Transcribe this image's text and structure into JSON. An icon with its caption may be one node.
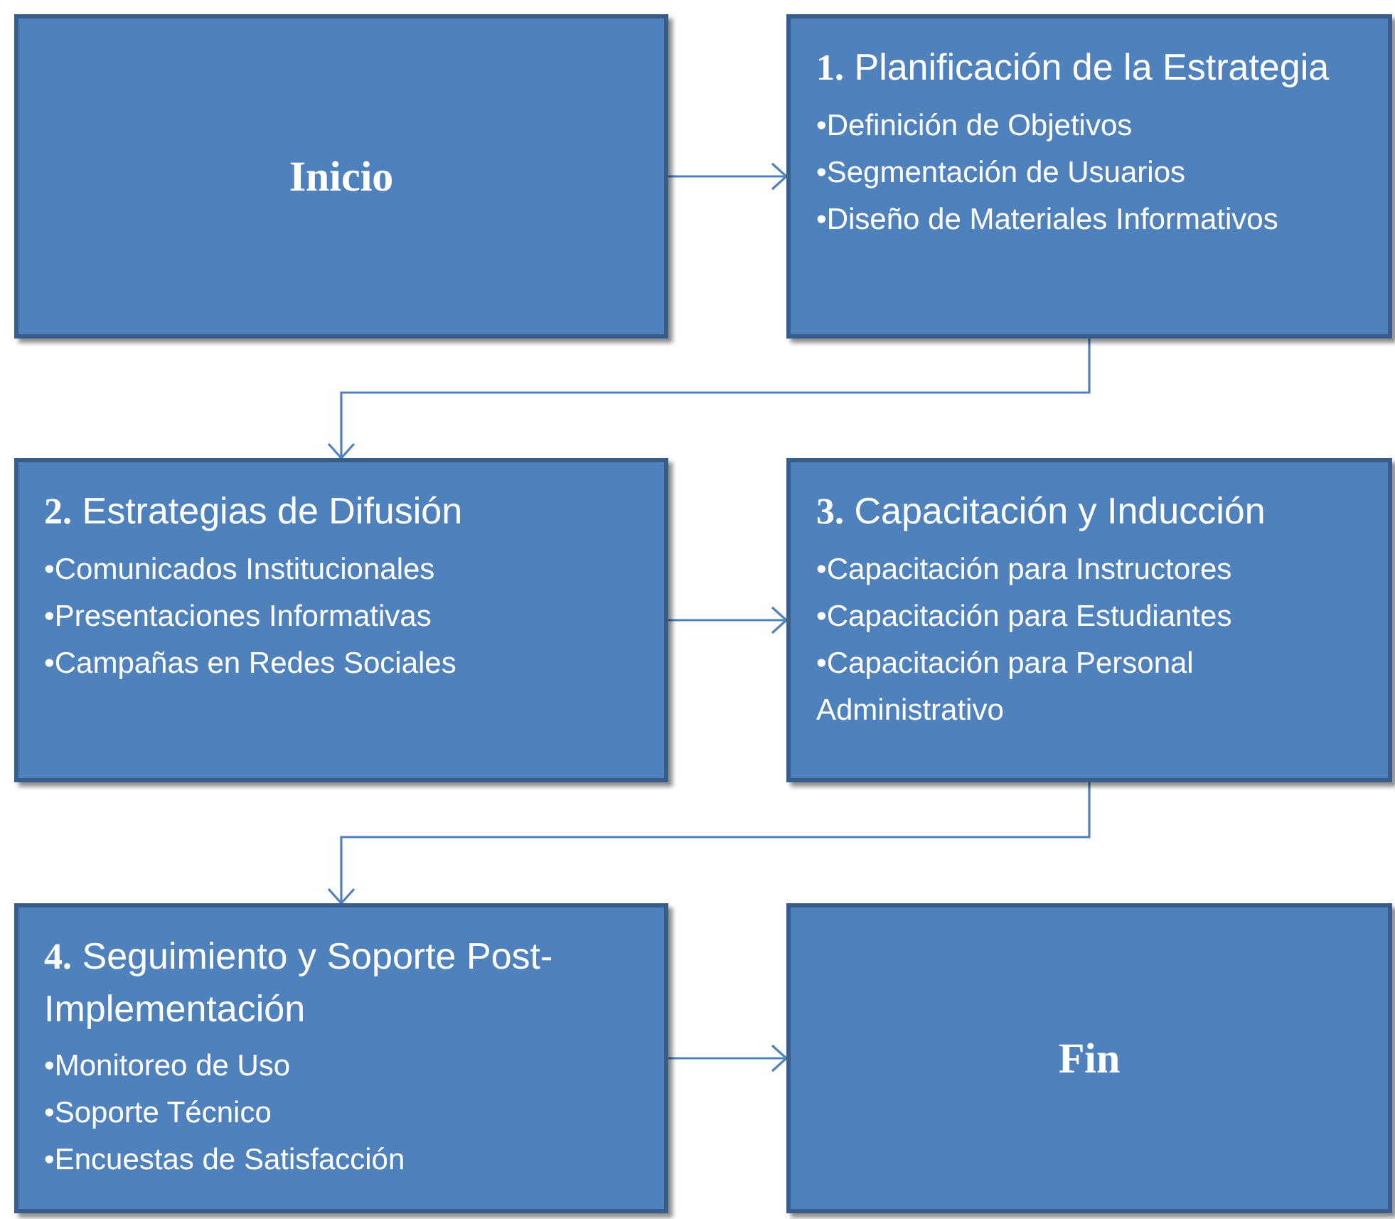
{
  "diagram": {
    "nodes": [
      {
        "text": [
          "Inicio"
        ]
      },
      {
        "text": [
          "**1.** Planificación de la Estrategia",
          "•Definición de Objetivos",
          "•Segmentación de Usuarios",
          "•Diseño de Materiales Informativos"
        ]
      },
      {
        "text": [
          "**2.** Estrategias de Difusión",
          "•Comunicados Institucionales",
          "•Presentaciones Informativas",
          "•Campañas en Redes Sociales"
        ]
      },
      {
        "text": [
          "**3.** Capacitación y Inducción",
          "•Capacitación para Instructores",
          "•Capacitación para Estudiantes",
          "•Capacitación para Personal Administrativo"
        ]
      },
      {
        "text": [
          "**4.** Seguimiento y Soporte Post-Implementación",
          "•Monitoreo de Uso",
          "•Soporte Técnico",
          "•Encuestas de Satisfacción"
        ]
      },
      {
        "text": [
          "Fin"
        ]
      }
    ],
    "edges": [
      {
        "from": 0,
        "to": 1,
        "arrow": "to"
      },
      {
        "from": 1,
        "to": 2,
        "arrow": "to"
      },
      {
        "from": 2,
        "to": 3,
        "arrow": "to"
      },
      {
        "from": 3,
        "to": 4,
        "arrow": "to"
      },
      {
        "from": 4,
        "to": 5,
        "arrow": "to"
      }
    ]
  }
}
